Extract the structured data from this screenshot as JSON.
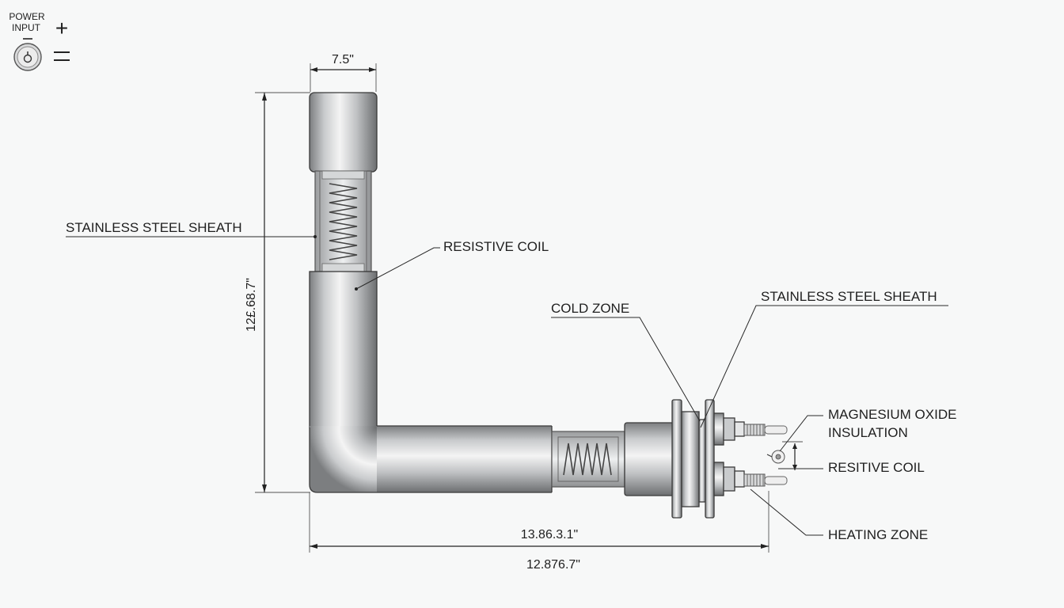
{
  "power": {
    "label_line1": "POWER",
    "label_line2": "INPUT",
    "plus": "+",
    "minus": "−"
  },
  "labels": {
    "sheath_left": "STAINLESS STEEL SHEATH",
    "resistive_coil": "RESISTIVE COIL",
    "cold_zone": "COLD ZONE",
    "sheath_right": "STAINLESS STEEL SHEATH",
    "mgo_line1": "MAGNESIUM OXIDE",
    "mgo_line2": "INSULATION",
    "resitive_coil": "RESITIVE COIL",
    "heating_zone": "HEATING ZONE"
  },
  "dimensions": {
    "top_width": "7.5\"",
    "vertical_height": "12£.68.7\"",
    "horizontal_length": "13.86.3.1\"",
    "overall_length": "12.876.7\""
  },
  "colors": {
    "steel_light": "#f2f2f2",
    "steel_mid": "#b4b6b8",
    "steel_dark": "#6e7072"
  }
}
